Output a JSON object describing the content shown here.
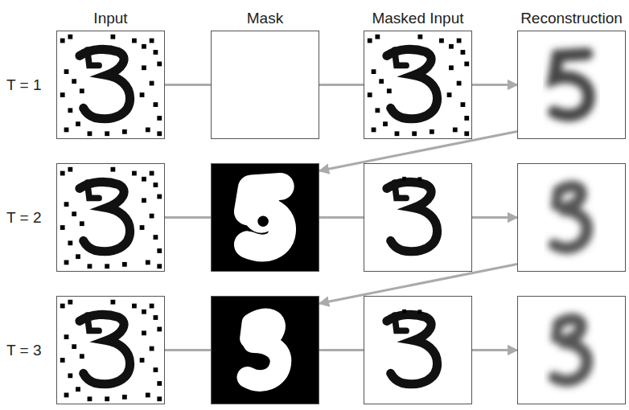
{
  "diagram": {
    "nodes": [
      {
        "text": [
          "Input"
        ]
      },
      {
        "text": [
          "Mask"
        ]
      },
      {
        "text": [
          "Masked Input"
        ]
      },
      {
        "text": [
          "Reconstruction"
        ]
      },
      {
        "text": []
      },
      {
        "text": []
      },
      {
        "text": []
      },
      {
        "text": []
      },
      {
        "text": []
      },
      {
        "text": []
      },
      {
        "text": []
      },
      {
        "text": []
      }
    ],
    "edges": [
      {
        "from": 0,
        "to": 1,
        "arrow": "none"
      },
      {
        "from": 1,
        "to": 2,
        "arrow": "none"
      },
      {
        "from": 2,
        "to": 3,
        "arrow": "to"
      },
      {
        "from": 3,
        "to": 5,
        "arrow": "to"
      },
      {
        "from": 4,
        "to": 5,
        "arrow": "none"
      },
      {
        "from": 5,
        "to": 6,
        "arrow": "none"
      },
      {
        "from": 6,
        "to": 7,
        "arrow": "to"
      },
      {
        "from": 7,
        "to": 9,
        "arrow": "to"
      },
      {
        "from": 8,
        "to": 9,
        "arrow": "none"
      },
      {
        "from": 9,
        "to": 10,
        "arrow": "none"
      },
      {
        "from": 10,
        "to": 11,
        "arrow": "to"
      }
    ],
    "labels": [
      "T = 1",
      "T = 2",
      "T = 3"
    ]
  }
}
